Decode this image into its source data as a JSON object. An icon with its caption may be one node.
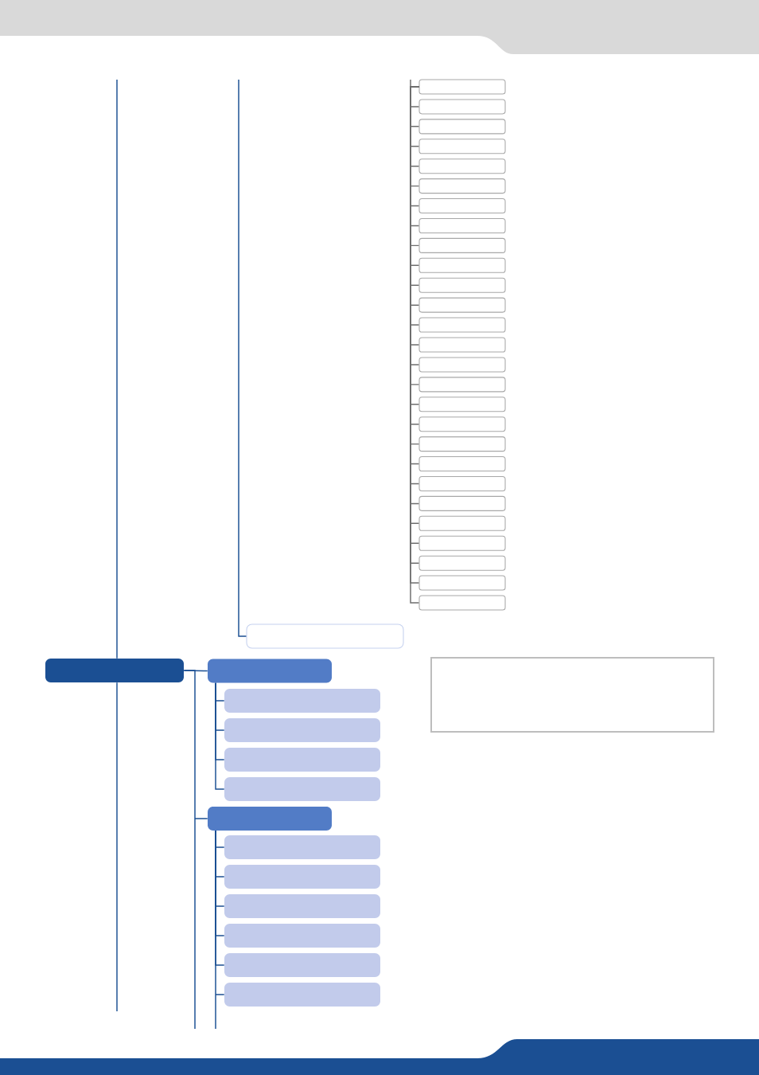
{
  "diagram": {
    "nodes": [
      {
        "text": [],
        "shape": "box"
      },
      {
        "text": [],
        "shape": "box"
      },
      {
        "text": [],
        "shape": "box"
      },
      {
        "text": [],
        "shape": "box"
      },
      {
        "text": [],
        "shape": "box"
      },
      {
        "text": [],
        "shape": "box"
      },
      {
        "text": [],
        "shape": "box"
      },
      {
        "text": [],
        "shape": "box"
      },
      {
        "text": [],
        "shape": "box"
      },
      {
        "text": [],
        "shape": "box"
      },
      {
        "text": [],
        "shape": "box"
      },
      {
        "text": [],
        "shape": "box"
      },
      {
        "text": [],
        "shape": "box"
      },
      {
        "text": [],
        "shape": "box"
      },
      {
        "text": [],
        "shape": "box"
      },
      {
        "text": [],
        "shape": "box"
      },
      {
        "text": [],
        "shape": "box"
      },
      {
        "text": [],
        "shape": "box"
      },
      {
        "text": [],
        "shape": "box"
      },
      {
        "text": [],
        "shape": "box"
      },
      {
        "text": [],
        "shape": "box"
      },
      {
        "text": [],
        "shape": "box"
      },
      {
        "text": [],
        "shape": "box"
      },
      {
        "text": [],
        "shape": "box"
      },
      {
        "text": [],
        "shape": "box"
      },
      {
        "text": [],
        "shape": "box"
      },
      {
        "text": [],
        "shape": "box"
      },
      {
        "text": [],
        "shape": "box"
      },
      {
        "text": [],
        "shape": "box"
      },
      {
        "text": [],
        "shape": "box"
      },
      {
        "text": [],
        "shape": "box"
      },
      {
        "text": [],
        "shape": "box"
      },
      {
        "text": [],
        "shape": "box"
      },
      {
        "text": [],
        "shape": "box"
      },
      {
        "text": [],
        "shape": "box"
      },
      {
        "text": [],
        "shape": "box"
      },
      {
        "text": [],
        "shape": "box"
      },
      {
        "text": [],
        "shape": "box"
      },
      {
        "text": [],
        "shape": "box"
      },
      {
        "text": [],
        "shape": "box"
      },
      {
        "text": [],
        "shape": "box"
      },
      {
        "text": [],
        "shape": "box"
      }
    ],
    "edges": [
      {
        "from": null,
        "to": 0,
        "arrow": "none"
      },
      {
        "from": 0,
        "to": 1,
        "arrow": "none"
      },
      {
        "from": 0,
        "to": 2,
        "arrow": "none"
      },
      {
        "from": 0,
        "to": 3,
        "arrow": "none"
      },
      {
        "from": 0,
        "to": 4,
        "arrow": "none"
      },
      {
        "from": 0,
        "to": 5,
        "arrow": "none"
      },
      {
        "from": 0,
        "to": 6,
        "arrow": "none"
      },
      {
        "from": 0,
        "to": 7,
        "arrow": "none"
      },
      {
        "from": 0,
        "to": 8,
        "arrow": "none"
      },
      {
        "from": 0,
        "to": 9,
        "arrow": "none"
      },
      {
        "from": 0,
        "to": 10,
        "arrow": "none"
      },
      {
        "from": 0,
        "to": 11,
        "arrow": "none"
      },
      {
        "from": 0,
        "to": 12,
        "arrow": "none"
      },
      {
        "from": 0,
        "to": 13,
        "arrow": "none"
      },
      {
        "from": 0,
        "to": 14,
        "arrow": "none"
      },
      {
        "from": 0,
        "to": 15,
        "arrow": "none"
      },
      {
        "from": 0,
        "to": 16,
        "arrow": "none"
      },
      {
        "from": 0,
        "to": 17,
        "arrow": "none"
      },
      {
        "from": 0,
        "to": 18,
        "arrow": "none"
      },
      {
        "from": 0,
        "to": 19,
        "arrow": "none"
      },
      {
        "from": 0,
        "to": 20,
        "arrow": "none"
      },
      {
        "from": 0,
        "to": 21,
        "arrow": "none"
      },
      {
        "from": 0,
        "to": 22,
        "arrow": "none"
      },
      {
        "from": 0,
        "to": 23,
        "arrow": "none"
      },
      {
        "from": 0,
        "to": 24,
        "arrow": "none"
      },
      {
        "from": 0,
        "to": 25,
        "arrow": "none"
      },
      {
        "from": 0,
        "to": 26,
        "arrow": "none"
      },
      {
        "from": null,
        "to": 27,
        "arrow": "none",
        "color": "#1b4f93"
      },
      {
        "from": null,
        "to": 28,
        "arrow": "none",
        "color": "#1b4f93"
      },
      {
        "from": 28,
        "to": null,
        "arrow": "none",
        "color": "#1b4f93"
      },
      {
        "from": 28,
        "to": 29,
        "arrow": "none",
        "color": "#1b4f93"
      },
      {
        "from": 28,
        "to": 34,
        "arrow": "none",
        "color": "#1b4f93"
      },
      {
        "from": 29,
        "to": 30,
        "arrow": "none",
        "color": "#1b4f93"
      },
      {
        "from": 29,
        "to": 31,
        "arrow": "none",
        "color": "#1b4f93"
      },
      {
        "from": 29,
        "to": 32,
        "arrow": "none",
        "color": "#1b4f93"
      },
      {
        "from": 29,
        "to": 33,
        "arrow": "none",
        "color": "#1b4f93"
      },
      {
        "from": 34,
        "to": 35,
        "arrow": "none",
        "color": "#1b4f93"
      },
      {
        "from": 34,
        "to": 36,
        "arrow": "none",
        "color": "#1b4f93"
      },
      {
        "from": 34,
        "to": 37,
        "arrow": "none",
        "color": "#1b4f93"
      },
      {
        "from": 34,
        "to": 38,
        "arrow": "none",
        "color": "#1b4f93"
      },
      {
        "from": 34,
        "to": 39,
        "arrow": "none",
        "color": "#1b4f93"
      },
      {
        "from": 34,
        "to": 40,
        "arrow": "none",
        "color": "#1b4f93"
      }
    ]
  }
}
